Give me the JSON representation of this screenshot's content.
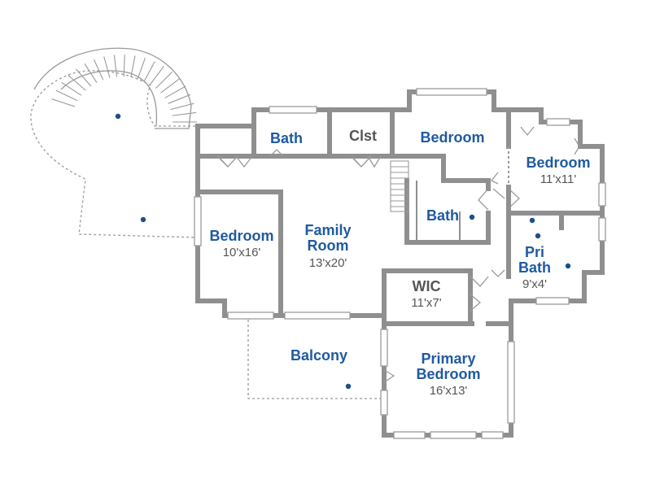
{
  "rooms": {
    "bath_top": {
      "name": "Bath"
    },
    "closet": {
      "name": "Clst"
    },
    "bedroom_top": {
      "name": "Bedroom"
    },
    "bedroom_right": {
      "name": "Bedroom",
      "size": "11'x11'"
    },
    "bedroom_left": {
      "name": "Bedroom",
      "size": "10'x16'"
    },
    "family_room": {
      "name_line1": "Family",
      "name_line2": "Room",
      "size": "13'x20'"
    },
    "bath_mid": {
      "name": "Bath"
    },
    "pri_bath": {
      "name_line1": "Pri",
      "name_line2": "Bath",
      "size": "9'x4'"
    },
    "wic": {
      "name": "WIC",
      "size": "11'x7'"
    },
    "balcony": {
      "name": "Balcony"
    },
    "primary_bedroom": {
      "name_line1": "Primary",
      "name_line2": "Bedroom",
      "size": "16'x13'"
    }
  },
  "colors": {
    "label": "#1f5aa0",
    "wall": "#8f8f8f",
    "dot": "#1b4f8f",
    "text_gray": "#555555"
  }
}
